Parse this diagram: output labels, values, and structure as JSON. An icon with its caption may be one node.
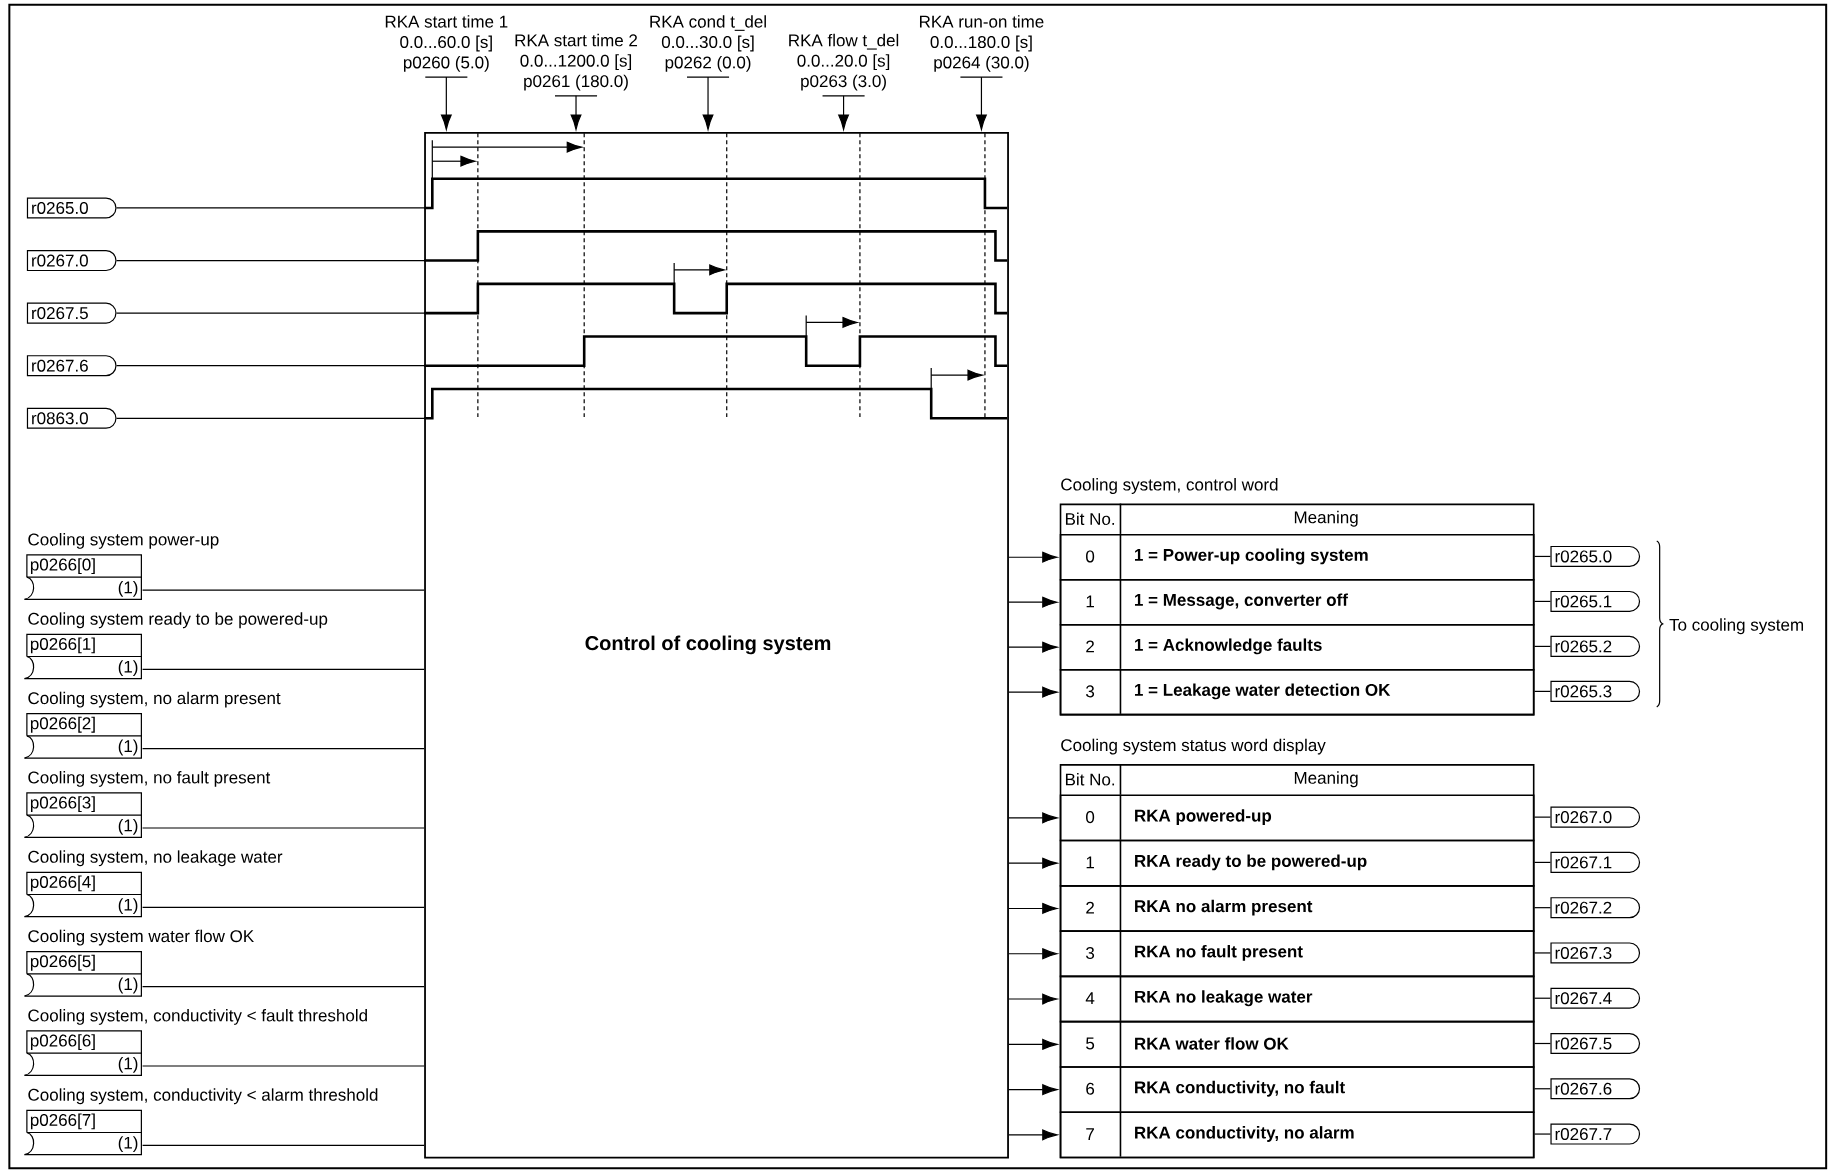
{
  "diagram": {
    "nodes": [
      {
        "text": [
          "Control of cooling system"
        ]
      },
      {
        "text": [
          "RKA start time 1",
          "0.0...60.0 [s]",
          "p0260 (5.0)"
        ]
      },
      {
        "text": [
          "RKA start time 2",
          "0.0...1200.0 [s]",
          "p0261 (180.0)"
        ]
      },
      {
        "text": [
          "RKA cond t_del",
          "0.0...30.0 [s]",
          "p0262 (0.0)"
        ]
      },
      {
        "text": [
          "RKA flow t_del",
          "0.0...20.0 [s]",
          "p0263 (3.0)"
        ]
      },
      {
        "text": [
          "RKA run-on time",
          "0.0...180.0 [s]",
          "p0264 (30.0)"
        ]
      },
      {
        "text": [
          "r0265.0"
        ]
      },
      {
        "text": [
          "r0267.0"
        ]
      },
      {
        "text": [
          "r0267.5"
        ]
      },
      {
        "text": [
          "r0267.6"
        ]
      },
      {
        "text": [
          "r0863.0"
        ]
      },
      {
        "text": [
          "Cooling system power-up",
          "p0266[0]",
          "(1)"
        ]
      },
      {
        "text": [
          "Cooling system ready to be powered-up",
          "p0266[1]",
          "(1)"
        ]
      },
      {
        "text": [
          "Cooling system, no alarm present",
          "p0266[2]",
          "(1)"
        ]
      },
      {
        "text": [
          "Cooling system, no fault present",
          "p0266[3]",
          "(1)"
        ]
      },
      {
        "text": [
          "Cooling system, no leakage water",
          "p0266[4]",
          "(1)"
        ]
      },
      {
        "text": [
          "Cooling system water flow OK",
          "p0266[5]",
          "(1)"
        ]
      },
      {
        "text": [
          "Cooling system, conductivity < fault threshold",
          "p0266[6]",
          "(1)"
        ]
      },
      {
        "text": [
          "Cooling system, conductivity < alarm threshold",
          "p0266[7]",
          "(1)"
        ]
      },
      {
        "text": [
          "Cooling system, control word",
          "Bit No.",
          "Meaning"
        ]
      },
      {
        "text": [
          "0",
          "1 = Power-up cooling system"
        ],
        "in": 19
      },
      {
        "text": [
          "1",
          "1 = Message, converter off"
        ],
        "in": 19
      },
      {
        "text": [
          "2",
          "1 = Acknowledge faults"
        ],
        "in": 19
      },
      {
        "text": [
          "3",
          "1 = Leakage water detection OK"
        ],
        "in": 19
      },
      {
        "text": [
          "r0265.0"
        ]
      },
      {
        "text": [
          "r0265.1"
        ]
      },
      {
        "text": [
          "r0265.2"
        ]
      },
      {
        "text": [
          "r0265.3"
        ]
      },
      {
        "text": [
          "Cooling system status word display",
          "Bit No.",
          "Meaning"
        ]
      },
      {
        "text": [
          "0",
          "RKA powered-up"
        ],
        "in": 28
      },
      {
        "text": [
          "1",
          "RKA ready to be powered-up"
        ],
        "in": 28
      },
      {
        "text": [
          "2",
          "RKA no alarm present"
        ],
        "in": 28
      },
      {
        "text": [
          "3",
          "RKA no fault present"
        ],
        "in": 28
      },
      {
        "text": [
          "4",
          "RKA no leakage water"
        ],
        "in": 28
      },
      {
        "text": [
          "5",
          "RKA water flow OK"
        ],
        "in": 28
      },
      {
        "text": [
          "6",
          "RKA conductivity, no fault"
        ],
        "in": 28
      },
      {
        "text": [
          "7",
          "RKA conductivity, no alarm"
        ],
        "in": 28
      },
      {
        "text": [
          "r0267.0"
        ]
      },
      {
        "text": [
          "r0267.1"
        ]
      },
      {
        "text": [
          "r0267.2"
        ]
      },
      {
        "text": [
          "r0267.3"
        ]
      },
      {
        "text": [
          "r0267.4"
        ]
      },
      {
        "text": [
          "r0267.5"
        ]
      },
      {
        "text": [
          "r0267.6"
        ]
      },
      {
        "text": [
          "r0267.7"
        ]
      }
    ],
    "edges": [
      {
        "from": 1,
        "to": 0,
        "arrow": "to"
      },
      {
        "from": 2,
        "to": 0,
        "arrow": "to"
      },
      {
        "from": 3,
        "to": 0,
        "arrow": "to"
      },
      {
        "from": 4,
        "to": 0,
        "arrow": "to"
      },
      {
        "from": 5,
        "to": 0,
        "arrow": "to"
      },
      {
        "from": 6,
        "to": 0,
        "arrow": "none"
      },
      {
        "from": 7,
        "to": 0,
        "arrow": "none"
      },
      {
        "from": 8,
        "to": 0,
        "arrow": "none"
      },
      {
        "from": 9,
        "to": 0,
        "arrow": "none"
      },
      {
        "from": 10,
        "to": 0,
        "arrow": "none"
      },
      {
        "from": 11,
        "to": 0,
        "arrow": "none"
      },
      {
        "from": 12,
        "to": 0,
        "arrow": "none"
      },
      {
        "from": 13,
        "to": 0,
        "arrow": "none"
      },
      {
        "from": 14,
        "to": 0,
        "arrow": "none"
      },
      {
        "from": 15,
        "to": 0,
        "arrow": "none"
      },
      {
        "from": 16,
        "to": 0,
        "arrow": "none"
      },
      {
        "from": 17,
        "to": 0,
        "arrow": "none"
      },
      {
        "from": 18,
        "to": 0,
        "arrow": "none"
      },
      {
        "from": 0,
        "to": 20,
        "arrow": "to"
      },
      {
        "from": 0,
        "to": 21,
        "arrow": "to"
      },
      {
        "from": 0,
        "to": 22,
        "arrow": "to"
      },
      {
        "from": 0,
        "to": 23,
        "arrow": "to"
      },
      {
        "from": 20,
        "to": 24,
        "arrow": "none"
      },
      {
        "from": 21,
        "to": 25,
        "arrow": "none"
      },
      {
        "from": 22,
        "to": 26,
        "arrow": "none"
      },
      {
        "from": 23,
        "to": 27,
        "arrow": "none"
      },
      {
        "from": 0,
        "to": 29,
        "arrow": "to"
      },
      {
        "from": 0,
        "to": 30,
        "arrow": "to"
      },
      {
        "from": 0,
        "to": 31,
        "arrow": "to"
      },
      {
        "from": 0,
        "to": 32,
        "arrow": "to"
      },
      {
        "from": 0,
        "to": 33,
        "arrow": "to"
      },
      {
        "from": 0,
        "to": 34,
        "arrow": "to"
      },
      {
        "from": 0,
        "to": 35,
        "arrow": "to"
      },
      {
        "from": 0,
        "to": 36,
        "arrow": "to"
      },
      {
        "from": 29,
        "to": 37,
        "arrow": "none"
      },
      {
        "from": 30,
        "to": 38,
        "arrow": "none"
      },
      {
        "from": 31,
        "to": 39,
        "arrow": "none"
      },
      {
        "from": 32,
        "to": 40,
        "arrow": "none"
      },
      {
        "from": 33,
        "to": 41,
        "arrow": "none"
      },
      {
        "from": 34,
        "to": 42,
        "arrow": "none"
      },
      {
        "from": 35,
        "to": 43,
        "arrow": "none"
      },
      {
        "from": 36,
        "to": 44,
        "arrow": "none"
      }
    ],
    "labels": [
      "To cooling system"
    ]
  }
}
